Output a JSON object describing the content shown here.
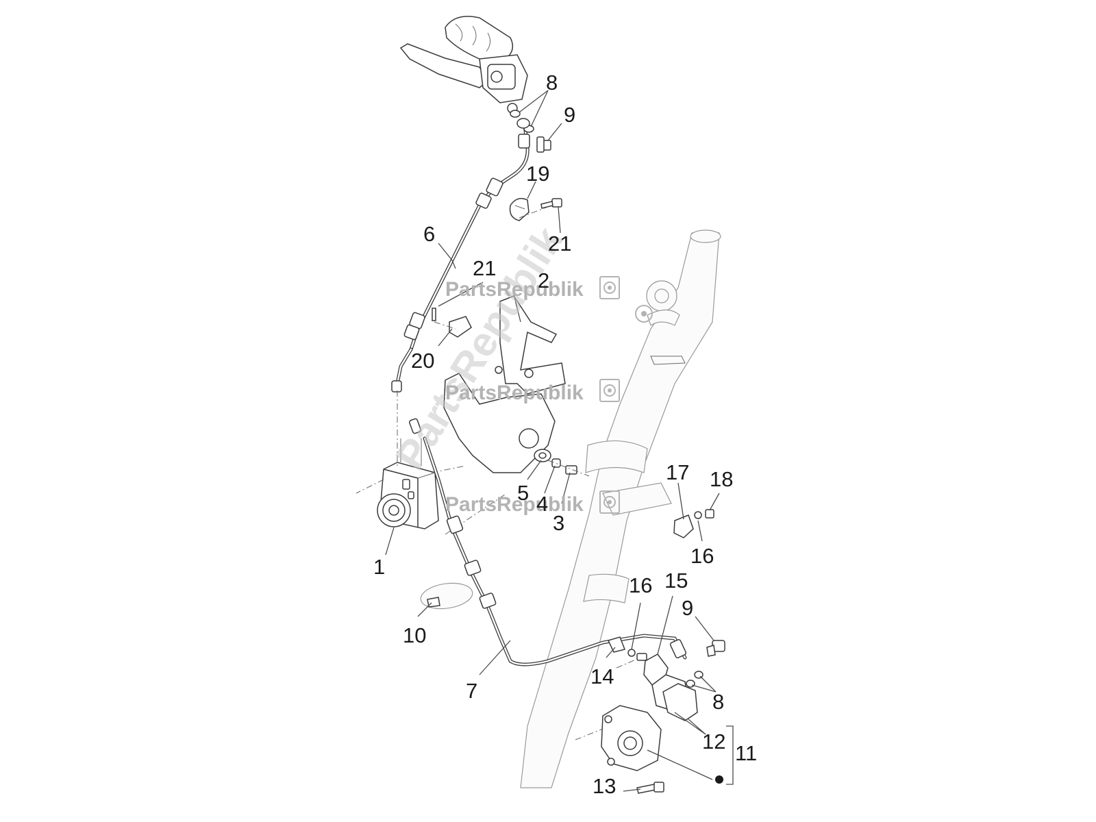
{
  "watermark": {
    "text": "PartsRepublik",
    "diagonal_text": "PartsRepublik",
    "logo_icon": "gear-icon"
  },
  "callouts": {
    "c1": "1",
    "c2": "2",
    "c3": "3",
    "c4": "4",
    "c5": "5",
    "c6": "6",
    "c7": "7",
    "c8a": "8",
    "c8b": "8",
    "c9a": "9",
    "c9b": "9",
    "c10": "10",
    "c11": "11",
    "c12": "12",
    "c13": "13",
    "c14": "14",
    "c15": "15",
    "c16a": "16",
    "c16b": "16",
    "c17": "17",
    "c18": "18",
    "c19": "19",
    "c20": "20",
    "c21a": "21",
    "c21b": "21"
  }
}
